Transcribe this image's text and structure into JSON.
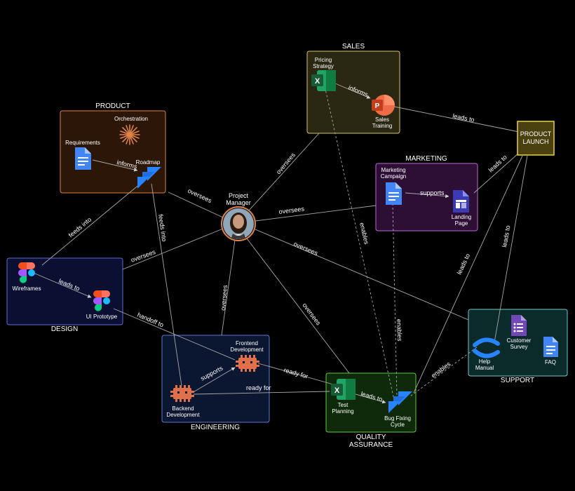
{
  "groups": {
    "product": {
      "title": "PRODUCT"
    },
    "sales": {
      "title": "SALES"
    },
    "marketing": {
      "title": "MARKETING"
    },
    "design": {
      "title": "DESIGN"
    },
    "engineering": {
      "title": "ENGINEERING"
    },
    "qa": {
      "title_line1": "QUALITY",
      "title_line2": "ASSURANCE"
    },
    "support": {
      "title": "SUPPORT"
    }
  },
  "nodes": {
    "pm": {
      "line1": "Project",
      "line2": "Manager"
    },
    "orchestration": {
      "label": "Orchestration"
    },
    "requirements": {
      "label": "Requirements"
    },
    "roadmap": {
      "label": "Roadmap"
    },
    "pricing": {
      "line1": "Pricing",
      "line2": "Strategy"
    },
    "sales_training": {
      "line1": "Sales",
      "line2": "Training"
    },
    "launch": {
      "line1": "PRODUCT",
      "line2": "LAUNCH"
    },
    "mkt_campaign": {
      "line1": "Marketing",
      "line2": "Campaign"
    },
    "landing": {
      "line1": "Landing",
      "line2": "Page"
    },
    "wireframes": {
      "label": "Wireframes"
    },
    "ui_proto": {
      "label": "UI Prototype"
    },
    "frontend": {
      "line1": "Frontend",
      "line2": "Development"
    },
    "backend": {
      "line1": "Backend",
      "line2": "Development"
    },
    "test_planning": {
      "line1": "Test",
      "line2": "Planning"
    },
    "bug_fixing": {
      "line1": "Bug Fixing",
      "line2": "Cycle"
    },
    "help_manual": {
      "line1": "Help",
      "line2": "Manual"
    },
    "customer_survey": {
      "line1": "Customer",
      "line2": "Survey"
    },
    "faq": {
      "label": "FAQ"
    }
  },
  "edges": {
    "informs_req": "informs",
    "informs_price": "informs",
    "supports_mkt": "supports",
    "supports_eng": "supports",
    "leads_to_wire": "leads to",
    "leads_to_sales": "leads to",
    "leads_to_mkt": "leads to",
    "leads_to_support": "leads to",
    "leads_to_qa": "leads to",
    "leads_to_bug": "leads to",
    "oversees_product": "oversees",
    "oversees_sales": "oversees",
    "oversees_mkt": "oversees",
    "oversees_design": "oversees",
    "oversees_eng": "oversees",
    "oversees_qa": "oversees",
    "oversees_support": "oversees",
    "feeds_into_1": "feeds into",
    "feeds_into_2": "feeds into",
    "handoff_to": "handoff to",
    "ready_for_1": "ready for",
    "ready_for_2": "ready for",
    "enables_1": "enables",
    "enables_2": "enables",
    "enables_3": "enables"
  },
  "colors": {
    "product": "#e0824a",
    "sales": "#d9c66a",
    "marketing": "#c067d6",
    "design": "#5b6bd8",
    "engineering": "#5a7ad0",
    "qa": "#5fc84a",
    "support": "#6fcac6",
    "launch": "#e8d24a",
    "pm_ring": "#e0824a"
  }
}
